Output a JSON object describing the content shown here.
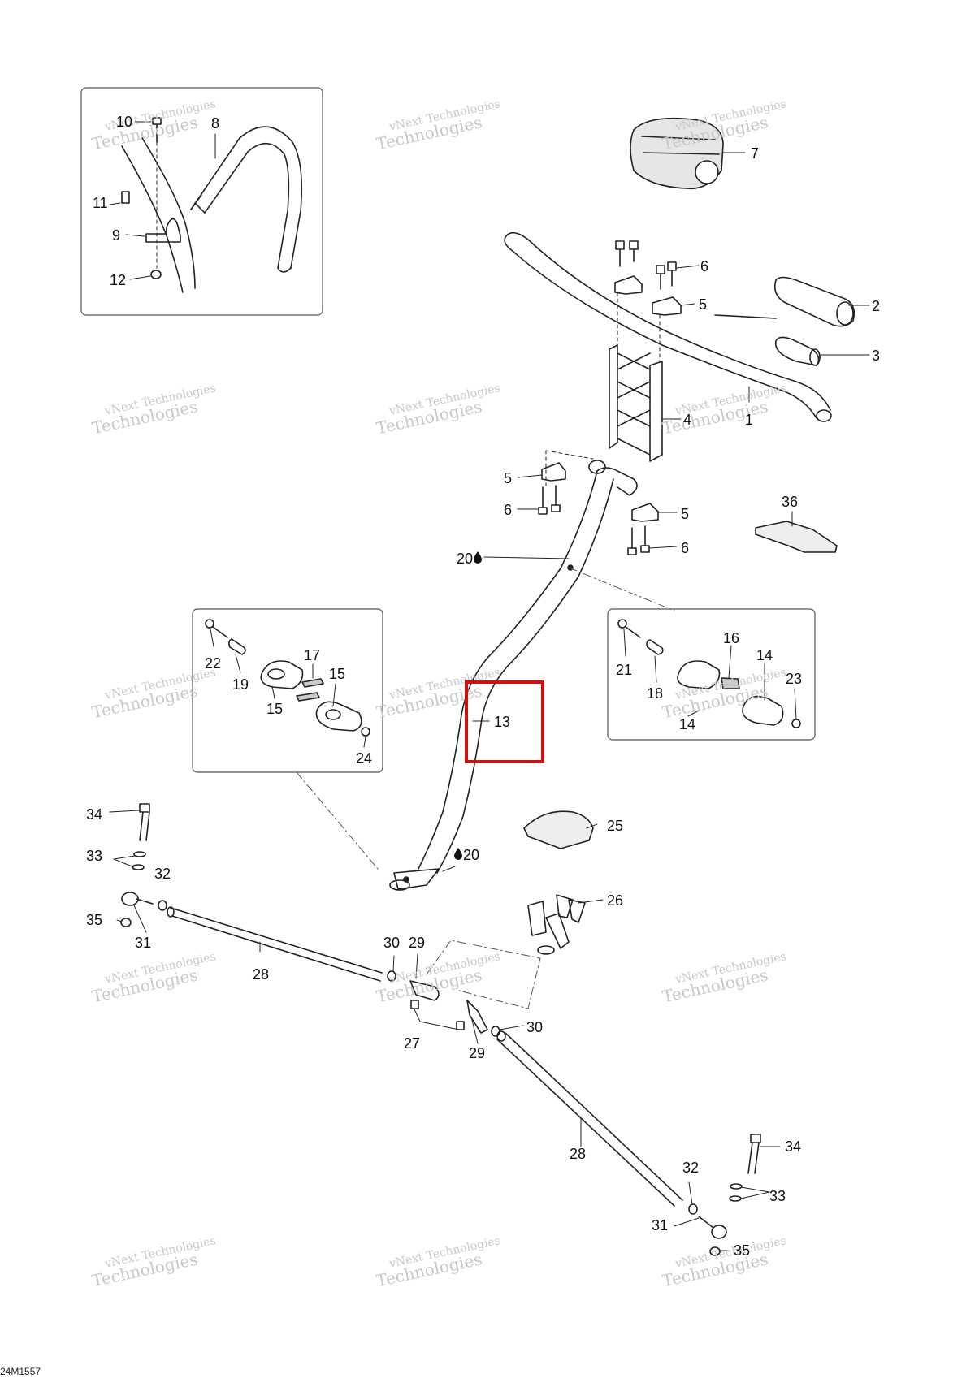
{
  "diagram": {
    "document_code": "24M1557",
    "watermark_line1": "vNext Technologies",
    "watermark_line2": "Technologies",
    "highlight_color": "#d01010",
    "highlighted_part": "13",
    "callouts": {
      "p1": "1",
      "p2": "2",
      "p3": "3",
      "p4": "4",
      "p5a": "5",
      "p5b": "5",
      "p5c": "5",
      "p6a": "6",
      "p6b": "6",
      "p6c": "6",
      "p7": "7",
      "p8": "8",
      "p9": "9",
      "p10": "10",
      "p11": "11",
      "p12": "12",
      "p13": "13",
      "p14a": "14",
      "p14b": "14",
      "p15a": "15",
      "p15b": "15",
      "p16": "16",
      "p17": "17",
      "p18": "18",
      "p19": "19",
      "p20a": "20",
      "p20b": "20",
      "p21": "21",
      "p22": "22",
      "p23": "23",
      "p24": "24",
      "p25": "25",
      "p26": "26",
      "p27": "27",
      "p28a": "28",
      "p28b": "28",
      "p29a": "29",
      "p29b": "29",
      "p30a": "30",
      "p30b": "30",
      "p31a": "31",
      "p31b": "31",
      "p32a": "32",
      "p32b": "32",
      "p33a": "33",
      "p33b": "33",
      "p34a": "34",
      "p34b": "34",
      "p35a": "35",
      "p35b": "35",
      "p36": "36"
    }
  }
}
